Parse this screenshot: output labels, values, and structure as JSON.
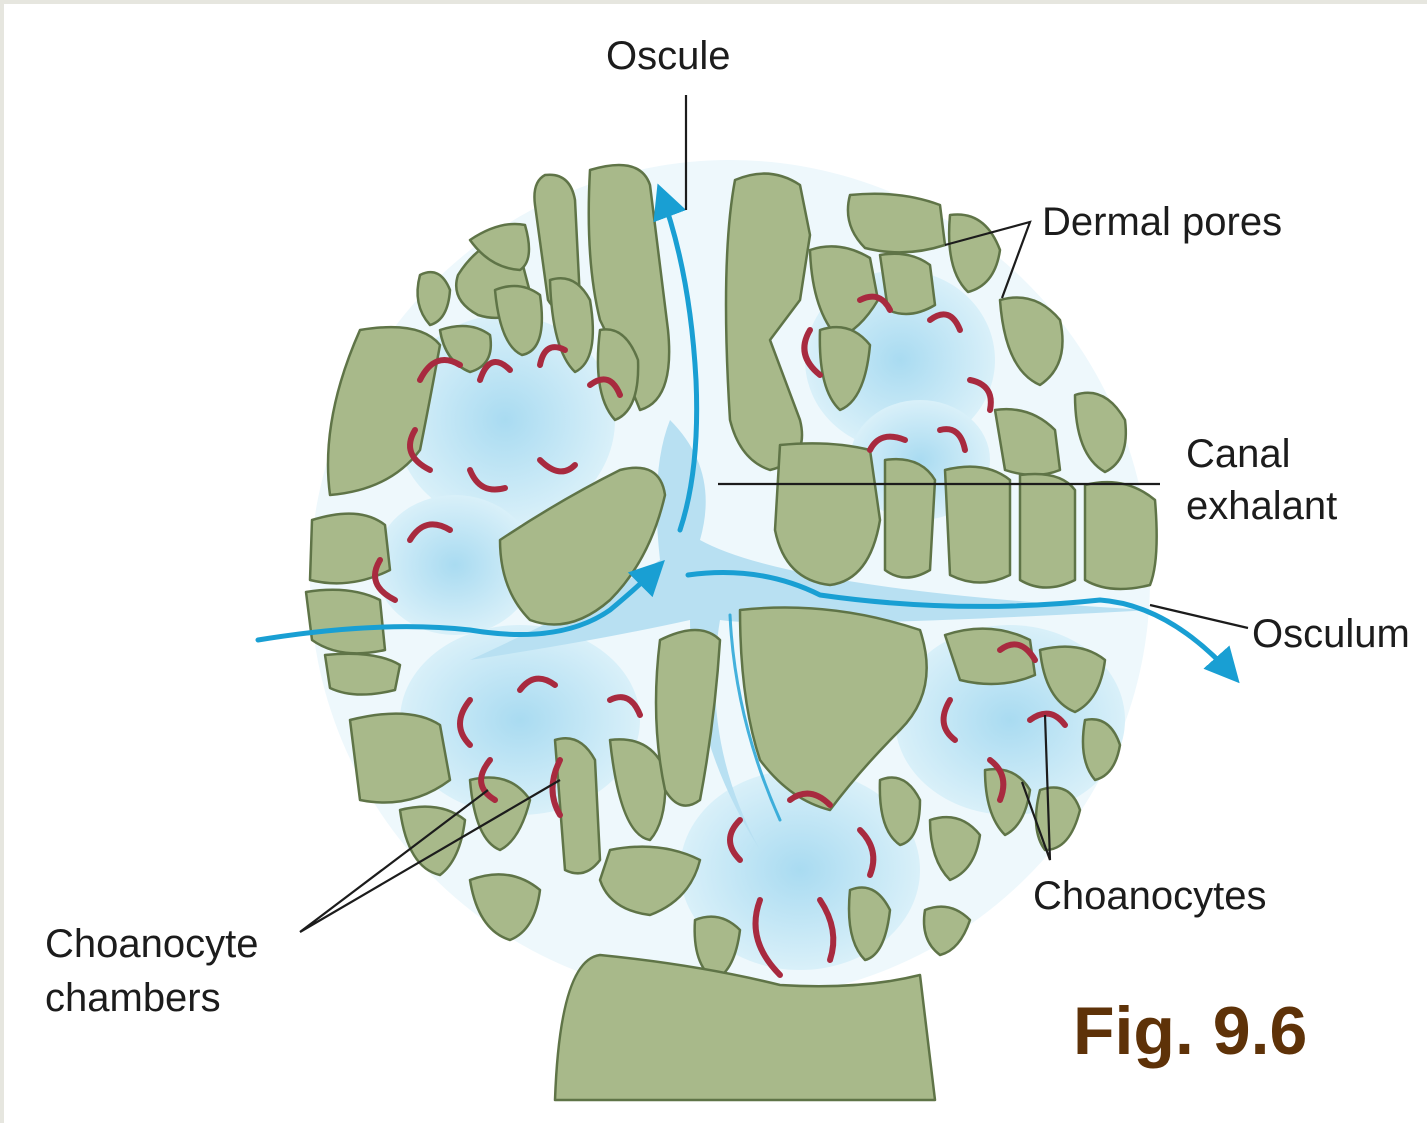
{
  "labels": {
    "oscule": "Oscule",
    "dermal_pores": "Dermal pores",
    "canal_line1": "Canal",
    "canal_line2": "exhalant",
    "osculum": "Osculum",
    "choanocytes": "Choanocytes",
    "chambers_line1": "Choanocyte",
    "chambers_line2": "chambers"
  },
  "figure_number": "Fig. 9.6",
  "colors": {
    "tissue_fill": "#a8b98a",
    "tissue_stroke": "#5f7447",
    "canal_water": "#bfe2f2",
    "flow_arrow": "#199fd3",
    "choanocyte_lining": "#a82a3f",
    "figure_label": "#5e3208",
    "label_text": "#1c1c1c"
  }
}
